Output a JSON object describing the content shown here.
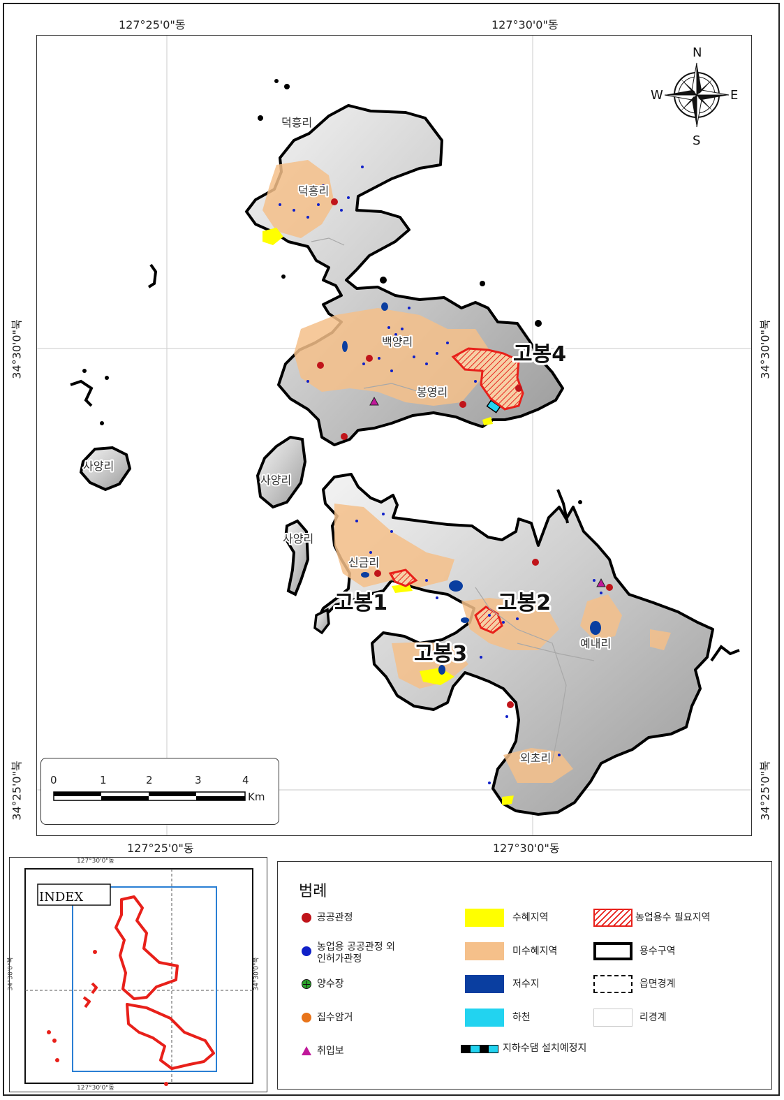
{
  "coords": {
    "lon_west": "127°25'0\"동",
    "lon_east": "127°30'0\"동",
    "lat_north": "34°30'0\"북",
    "lat_south": "34°25'0\"북"
  },
  "compass": {
    "n": "N",
    "s": "S",
    "e": "E",
    "w": "W"
  },
  "place_labels": {
    "deokheung_1": "덕흥리",
    "deokheung_2": "덕흥리",
    "baekyang": "백양리",
    "bongyeong": "봉영리",
    "sayang_1": "사양리",
    "sayang_2": "사양리",
    "sayang_3": "사양리",
    "singeum": "신금리",
    "yenae": "예내리",
    "oecho": "외초리"
  },
  "zone_labels": {
    "gobong1": "고봉1",
    "gobong2": "고봉2",
    "gobong3": "고봉3",
    "gobong4": "고봉4"
  },
  "scale": {
    "ticks": [
      "0",
      "1",
      "2",
      "3",
      "4"
    ],
    "unit": "Km"
  },
  "index": {
    "title": "INDEX",
    "lon_top": "127°30'0\"동",
    "lon_bottom": "127°30'0\"동",
    "lat_left": "34°30'0\"북",
    "lat_right": "34°30'0\"북"
  },
  "legend": {
    "title": "범례",
    "items": {
      "public_well": "공공관정",
      "other_well_1": "농업용 공공관정 외",
      "other_well_2": "인허가관정",
      "pump_station": "양수장",
      "collection_culvert": "집수암거",
      "intake_weir": "취입보",
      "irrigated": "수혜지역",
      "non_irrigated": "미수혜지역",
      "reservoir": "저수지",
      "stream": "하천",
      "groundwater_dam": "지하수댐 설치예정지",
      "water_needed": "농업용수 필요지역",
      "supply_zone": "용수구역",
      "township_boundary": "읍면경계",
      "village_boundary": "리경계"
    }
  },
  "colors": {
    "public_well": "#c0141a",
    "other_well": "#1020c8",
    "pump_station": "#2aa32a",
    "collection_culvert": "#e8741a",
    "intake_weir": "#c0189a",
    "irrigated": "#ffff00",
    "non_irrigated": "#f5c08a",
    "reservoir": "#0a3ea0",
    "stream": "#22d3f0",
    "water_needed": "#e8201a",
    "index_outline": "#e8201a",
    "index_extent": "#2a7fd4"
  }
}
